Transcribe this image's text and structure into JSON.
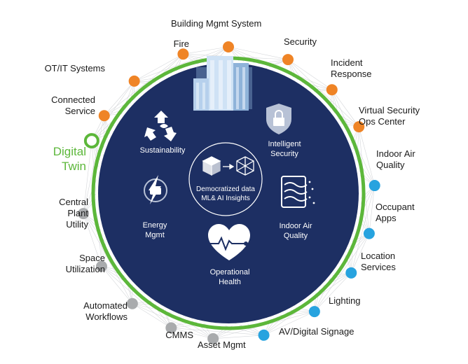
{
  "colors": {
    "navy": "#1d2f63",
    "green": "#5cb73a",
    "orange": "#ef8426",
    "blue": "#27a3df",
    "gray": "#a9abad",
    "mesh": "#d5d7da"
  },
  "outer_nodes": [
    {
      "id": "building-mgmt-system",
      "lines": [
        "Building Mgmt System"
      ],
      "group": "orange"
    },
    {
      "id": "security",
      "lines": [
        "Security"
      ],
      "group": "orange"
    },
    {
      "id": "incident-response",
      "lines": [
        "Incident",
        "Response"
      ],
      "group": "orange"
    },
    {
      "id": "virtual-security-ops-center",
      "lines": [
        "Virtual Security",
        "Ops Center"
      ],
      "group": "orange"
    },
    {
      "id": "indoor-air-quality",
      "lines": [
        "Indoor Air",
        "Quality"
      ],
      "group": "blue"
    },
    {
      "id": "occupant-apps",
      "lines": [
        "Occupant",
        "Apps"
      ],
      "group": "blue"
    },
    {
      "id": "location-services",
      "lines": [
        "Location",
        "Services"
      ],
      "group": "blue"
    },
    {
      "id": "lighting",
      "lines": [
        "Lighting"
      ],
      "group": "blue"
    },
    {
      "id": "av-digital-signage",
      "lines": [
        "AV/Digital Signage"
      ],
      "group": "blue"
    },
    {
      "id": "asset-mgmt",
      "lines": [
        "Asset Mgmt"
      ],
      "group": "gray"
    },
    {
      "id": "cmms",
      "lines": [
        "CMMS"
      ],
      "group": "gray"
    },
    {
      "id": "automated-workflows",
      "lines": [
        "Automated",
        "Workflows"
      ],
      "group": "gray"
    },
    {
      "id": "space-utilization",
      "lines": [
        "Space",
        "Utilization"
      ],
      "group": "gray"
    },
    {
      "id": "central-plant-utility",
      "lines": [
        "Central",
        "Plant",
        "Utility"
      ],
      "group": "gray"
    },
    {
      "id": "digital-twin",
      "lines": [
        "Digital",
        "Twin"
      ],
      "group": "green"
    },
    {
      "id": "connected-service",
      "lines": [
        "Connected",
        "Service"
      ],
      "group": "orange"
    },
    {
      "id": "ot-it-systems",
      "lines": [
        "OT/IT Systems"
      ],
      "group": "orange"
    },
    {
      "id": "fire",
      "lines": [
        "Fire"
      ],
      "group": "orange"
    }
  ],
  "inner_items": [
    {
      "id": "sustainability",
      "lines": [
        "Sustainability"
      ],
      "icon": "recycle-icon"
    },
    {
      "id": "intelligent-security",
      "lines": [
        "Intelligent",
        "Security"
      ],
      "icon": "lock-icon"
    },
    {
      "id": "energy-mgmt",
      "lines": [
        "Energy",
        "Mgmt"
      ],
      "icon": "energy-plug-icon"
    },
    {
      "id": "indoor-air-quality-inner",
      "lines": [
        "Indoor Air",
        "Quality"
      ],
      "icon": "air-quality-icon"
    },
    {
      "id": "operational-health",
      "lines": [
        "Operational",
        "Health"
      ],
      "icon": "heart-pulse-icon"
    }
  ],
  "center": {
    "lines": [
      "Democratized data",
      "ML& AI Insights"
    ],
    "icon": "cube-transform-icon"
  }
}
